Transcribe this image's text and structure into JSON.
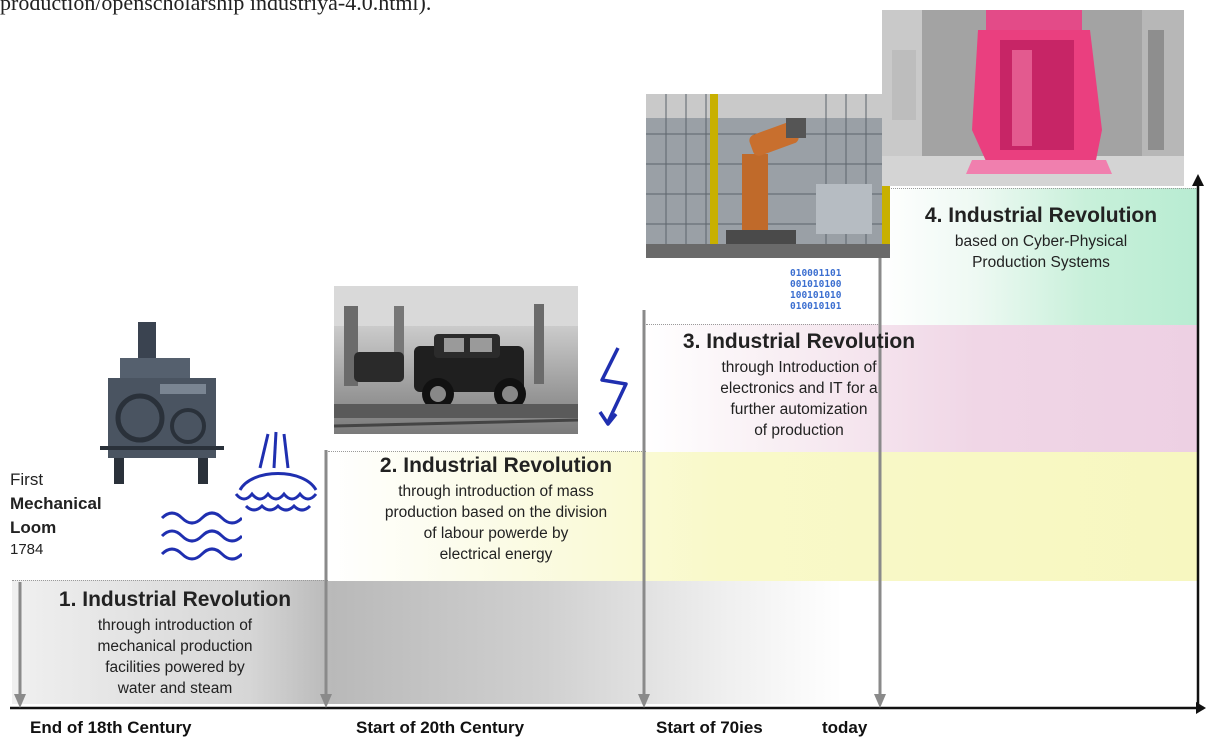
{
  "top_caption": "production/openscholarship industriya-4.0.html).",
  "loom": {
    "line1": "First",
    "line2": "Mechanical",
    "line3": "Loom",
    "year": "1784"
  },
  "binary_code": [
    "010001101",
    "001010100",
    "100101010",
    "010010101"
  ],
  "revolutions": [
    {
      "title": "1. Industrial Revolution",
      "description": [
        "through introduction of",
        "mechanical production",
        "facilities powered by",
        "water and steam"
      ]
    },
    {
      "title": "2. Industrial Revolution",
      "description": [
        "through introduction of mass",
        "production based on the division",
        "of labour powerde by",
        "electrical energy"
      ]
    },
    {
      "title": "3. Industrial Revolution",
      "description": [
        "through Introduction of",
        "electronics and IT for a",
        "further automization",
        "of production"
      ]
    },
    {
      "title": "4. Industrial Revolution",
      "description": [
        "based on Cyber-Physical",
        "Production Systems"
      ]
    }
  ],
  "timeline": [
    "End of 18th Century",
    "Start of 20th Century",
    "Start of 70ies",
    "today"
  ],
  "colors": {
    "band1": "#c8c8c8",
    "band2": "#f7f7c0",
    "band3": "#edd0e3",
    "band4": "#b8ecd2",
    "icon_blue": "#1f2fb0",
    "arrow": "#8a8a8a"
  },
  "icons": [
    "loom-machine-icon",
    "water-waves-icon",
    "steam-icon",
    "lightning-icon",
    "assembly-line-photo",
    "robot-cell-photo",
    "pink-bottle-photo"
  ]
}
